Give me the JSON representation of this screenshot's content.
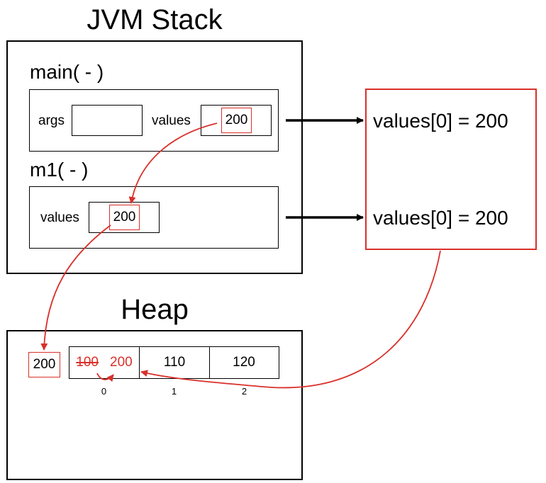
{
  "stack": {
    "title": "JVM Stack",
    "main_frame": {
      "label": "main( - )",
      "args_label": "args",
      "args_value": "",
      "values_label": "values",
      "values_value": "200"
    },
    "m1_frame": {
      "label": "m1( - )",
      "values_label": "values",
      "values_value": "200"
    }
  },
  "heap": {
    "title": "Heap",
    "ref_value": "200",
    "array": [
      {
        "old": "100",
        "value": "200",
        "index": "0"
      },
      {
        "value": "110",
        "index": "1"
      },
      {
        "value": "120",
        "index": "2"
      }
    ]
  },
  "notes": {
    "first": "values[0] = 200",
    "second": "values[0] = 200"
  },
  "colors": {
    "accent": "#d9302a",
    "line": "#000000"
  }
}
